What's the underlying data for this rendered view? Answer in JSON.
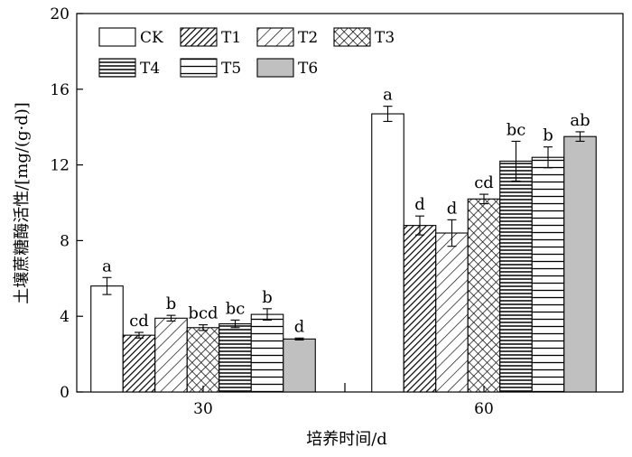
{
  "chart_data": {
    "type": "bar",
    "xlabel": "培养时间/d",
    "ylabel": "土壤蔗糖酶活性/[mg/(g·d)]",
    "ylim": [
      0,
      20
    ],
    "yticks": [
      0,
      4,
      8,
      12,
      16,
      20
    ],
    "categories": [
      "30",
      "60"
    ],
    "legend_position": "top-left",
    "series": [
      {
        "name": "CK",
        "pattern": "none",
        "color": "#ffffff",
        "values": [
          5.6,
          14.7
        ],
        "errors": [
          0.45,
          0.4
        ],
        "labels": [
          "a",
          "a"
        ]
      },
      {
        "name": "T1",
        "pattern": "diag-dense",
        "color": "#ffffff",
        "values": [
          3.0,
          8.8
        ],
        "errors": [
          0.15,
          0.5
        ],
        "labels": [
          "cd",
          "d"
        ]
      },
      {
        "name": "T2",
        "pattern": "diag-sparse",
        "color": "#ffffff",
        "values": [
          3.9,
          8.4
        ],
        "errors": [
          0.15,
          0.7
        ],
        "labels": [
          "b",
          "d"
        ]
      },
      {
        "name": "T3",
        "pattern": "crosshatch",
        "color": "#ffffff",
        "values": [
          3.4,
          10.2
        ],
        "errors": [
          0.15,
          0.25
        ],
        "labels": [
          "bcd",
          "cd"
        ]
      },
      {
        "name": "T4",
        "pattern": "horiz-dense",
        "color": "#ffffff",
        "values": [
          3.6,
          12.2
        ],
        "errors": [
          0.2,
          1.05
        ],
        "labels": [
          "bc",
          "bc"
        ]
      },
      {
        "name": "T5",
        "pattern": "horiz-sparse",
        "color": "#ffffff",
        "values": [
          4.1,
          12.4
        ],
        "errors": [
          0.3,
          0.55
        ],
        "labels": [
          "b",
          "b"
        ]
      },
      {
        "name": "T6",
        "pattern": "solid",
        "color": "#c0c0c0",
        "values": [
          2.8,
          13.5
        ],
        "errors": [
          0.05,
          0.25
        ],
        "labels": [
          "d",
          "ab"
        ]
      }
    ]
  }
}
